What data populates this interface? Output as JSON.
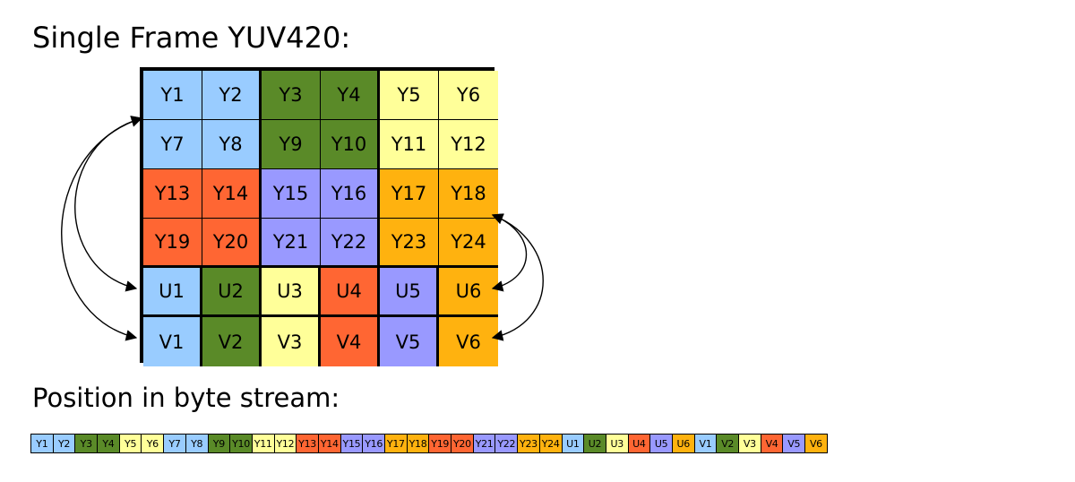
{
  "title": "Single Frame YUV420:",
  "stream_title": "Position in byte stream:",
  "colors": {
    "blue": "#99ccff",
    "green": "#5a8a28",
    "yellow": "#ffff99",
    "red": "#ff6633",
    "purple": "#9999ff",
    "orange": "#ffb20f"
  },
  "grid": [
    [
      "Y1",
      "Y2",
      "Y3",
      "Y4",
      "Y5",
      "Y6"
    ],
    [
      "Y7",
      "Y8",
      "Y9",
      "Y10",
      "Y11",
      "Y12"
    ],
    [
      "Y13",
      "Y14",
      "Y15",
      "Y16",
      "Y17",
      "Y18"
    ],
    [
      "Y19",
      "Y20",
      "Y21",
      "Y22",
      "Y23",
      "Y24"
    ],
    [
      "U1",
      "U2",
      "U3",
      "U4",
      "U5",
      "U6"
    ],
    [
      "V1",
      "V2",
      "V3",
      "V4",
      "V5",
      "V6"
    ]
  ],
  "grid_colors": [
    [
      "blue",
      "blue",
      "green",
      "green",
      "yellow",
      "yellow"
    ],
    [
      "blue",
      "blue",
      "green",
      "green",
      "yellow",
      "yellow"
    ],
    [
      "red",
      "red",
      "purple",
      "purple",
      "orange",
      "orange"
    ],
    [
      "red",
      "red",
      "purple",
      "purple",
      "orange",
      "orange"
    ],
    [
      "blue",
      "green",
      "yellow",
      "red",
      "purple",
      "orange"
    ],
    [
      "blue",
      "green",
      "yellow",
      "red",
      "purple",
      "orange"
    ]
  ],
  "stream": [
    {
      "label": "Y1",
      "color": "blue"
    },
    {
      "label": "Y2",
      "color": "blue"
    },
    {
      "label": "Y3",
      "color": "green"
    },
    {
      "label": "Y4",
      "color": "green"
    },
    {
      "label": "Y5",
      "color": "yellow"
    },
    {
      "label": "Y6",
      "color": "yellow"
    },
    {
      "label": "Y7",
      "color": "blue"
    },
    {
      "label": "Y8",
      "color": "blue"
    },
    {
      "label": "Y9",
      "color": "green"
    },
    {
      "label": "Y10",
      "color": "green"
    },
    {
      "label": "Y11",
      "color": "yellow"
    },
    {
      "label": "Y12",
      "color": "yellow"
    },
    {
      "label": "Y13",
      "color": "red"
    },
    {
      "label": "Y14",
      "color": "red"
    },
    {
      "label": "Y15",
      "color": "purple"
    },
    {
      "label": "Y16",
      "color": "purple"
    },
    {
      "label": "Y17",
      "color": "orange"
    },
    {
      "label": "Y18",
      "color": "orange"
    },
    {
      "label": "Y19",
      "color": "red"
    },
    {
      "label": "Y20",
      "color": "red"
    },
    {
      "label": "Y21",
      "color": "purple"
    },
    {
      "label": "Y22",
      "color": "purple"
    },
    {
      "label": "Y23",
      "color": "orange"
    },
    {
      "label": "Y24",
      "color": "orange"
    },
    {
      "label": "U1",
      "color": "blue"
    },
    {
      "label": "U2",
      "color": "green"
    },
    {
      "label": "U3",
      "color": "yellow"
    },
    {
      "label": "U4",
      "color": "red"
    },
    {
      "label": "U5",
      "color": "purple"
    },
    {
      "label": "U6",
      "color": "orange"
    },
    {
      "label": "V1",
      "color": "blue"
    },
    {
      "label": "V2",
      "color": "green"
    },
    {
      "label": "V3",
      "color": "yellow"
    },
    {
      "label": "V4",
      "color": "red"
    },
    {
      "label": "V5",
      "color": "purple"
    },
    {
      "label": "V6",
      "color": "orange"
    }
  ]
}
